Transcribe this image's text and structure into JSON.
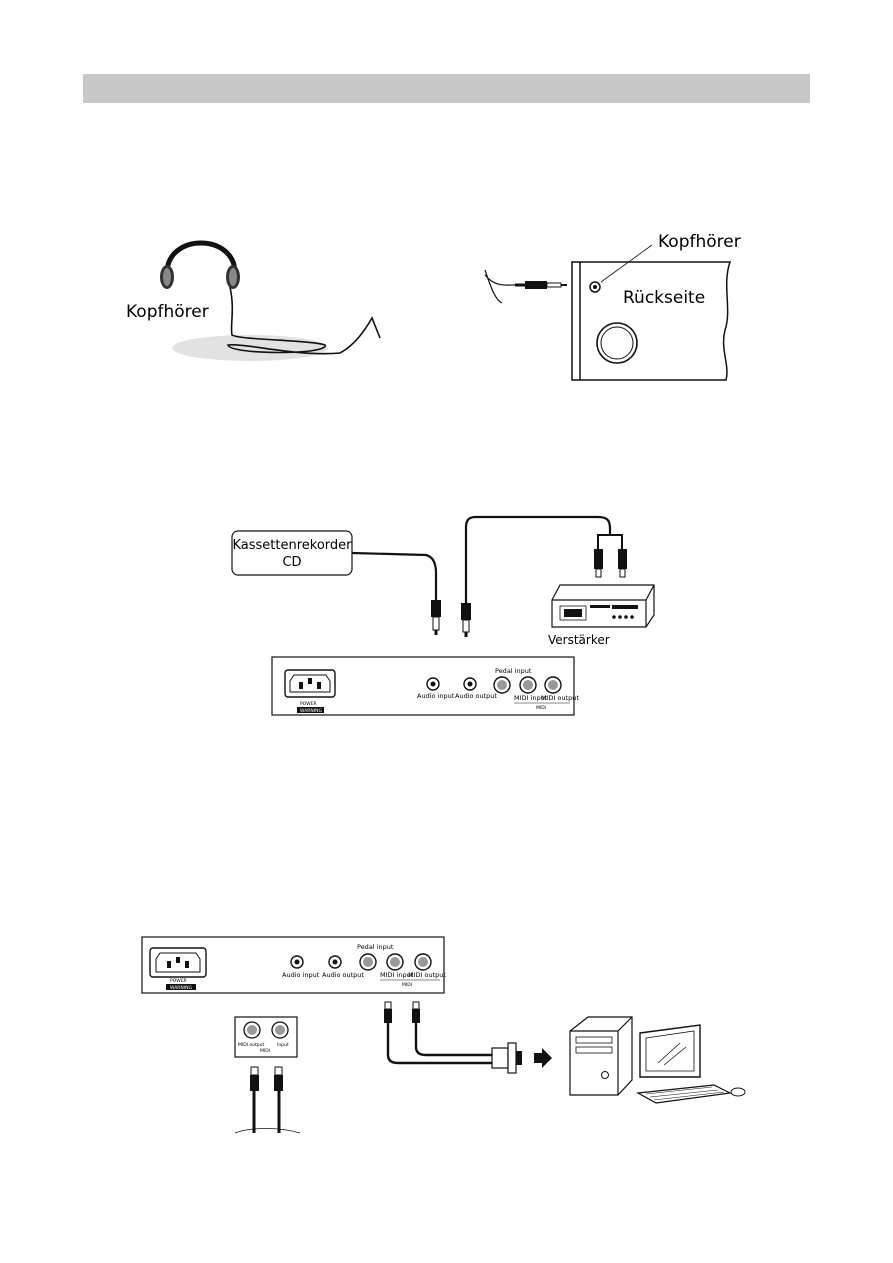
{
  "section1": {
    "headphones_label": "Kopfhörer",
    "jack_label": "Kopfhörer",
    "rear_label": "Rückseite"
  },
  "section2": {
    "source_box": {
      "line1": "Kassettenrekorder",
      "line2": "CD"
    },
    "amplifier_label": "Verstärker",
    "panel": {
      "power_label": "POWER",
      "warning_label": "WARNING",
      "audio_input": "Audio input",
      "audio_output": "Audio output",
      "pedal_input": "Pedal input",
      "midi_input": "MIDI input",
      "midi_output": "MIDI output",
      "midi_group": "MIDI"
    }
  },
  "section3": {
    "panel": {
      "power_label": "POWER",
      "warning_label": "WARNING",
      "audio_input": "Audio input",
      "audio_output": "Audio output",
      "pedal_input": "Pedal input",
      "midi_input": "MIDI input",
      "midi_output": "MIDI output",
      "midi_group": "MIDI"
    },
    "detail": {
      "midi_output": "MIDI output",
      "midi_input": "Input",
      "midi_group": "MIDI"
    }
  }
}
